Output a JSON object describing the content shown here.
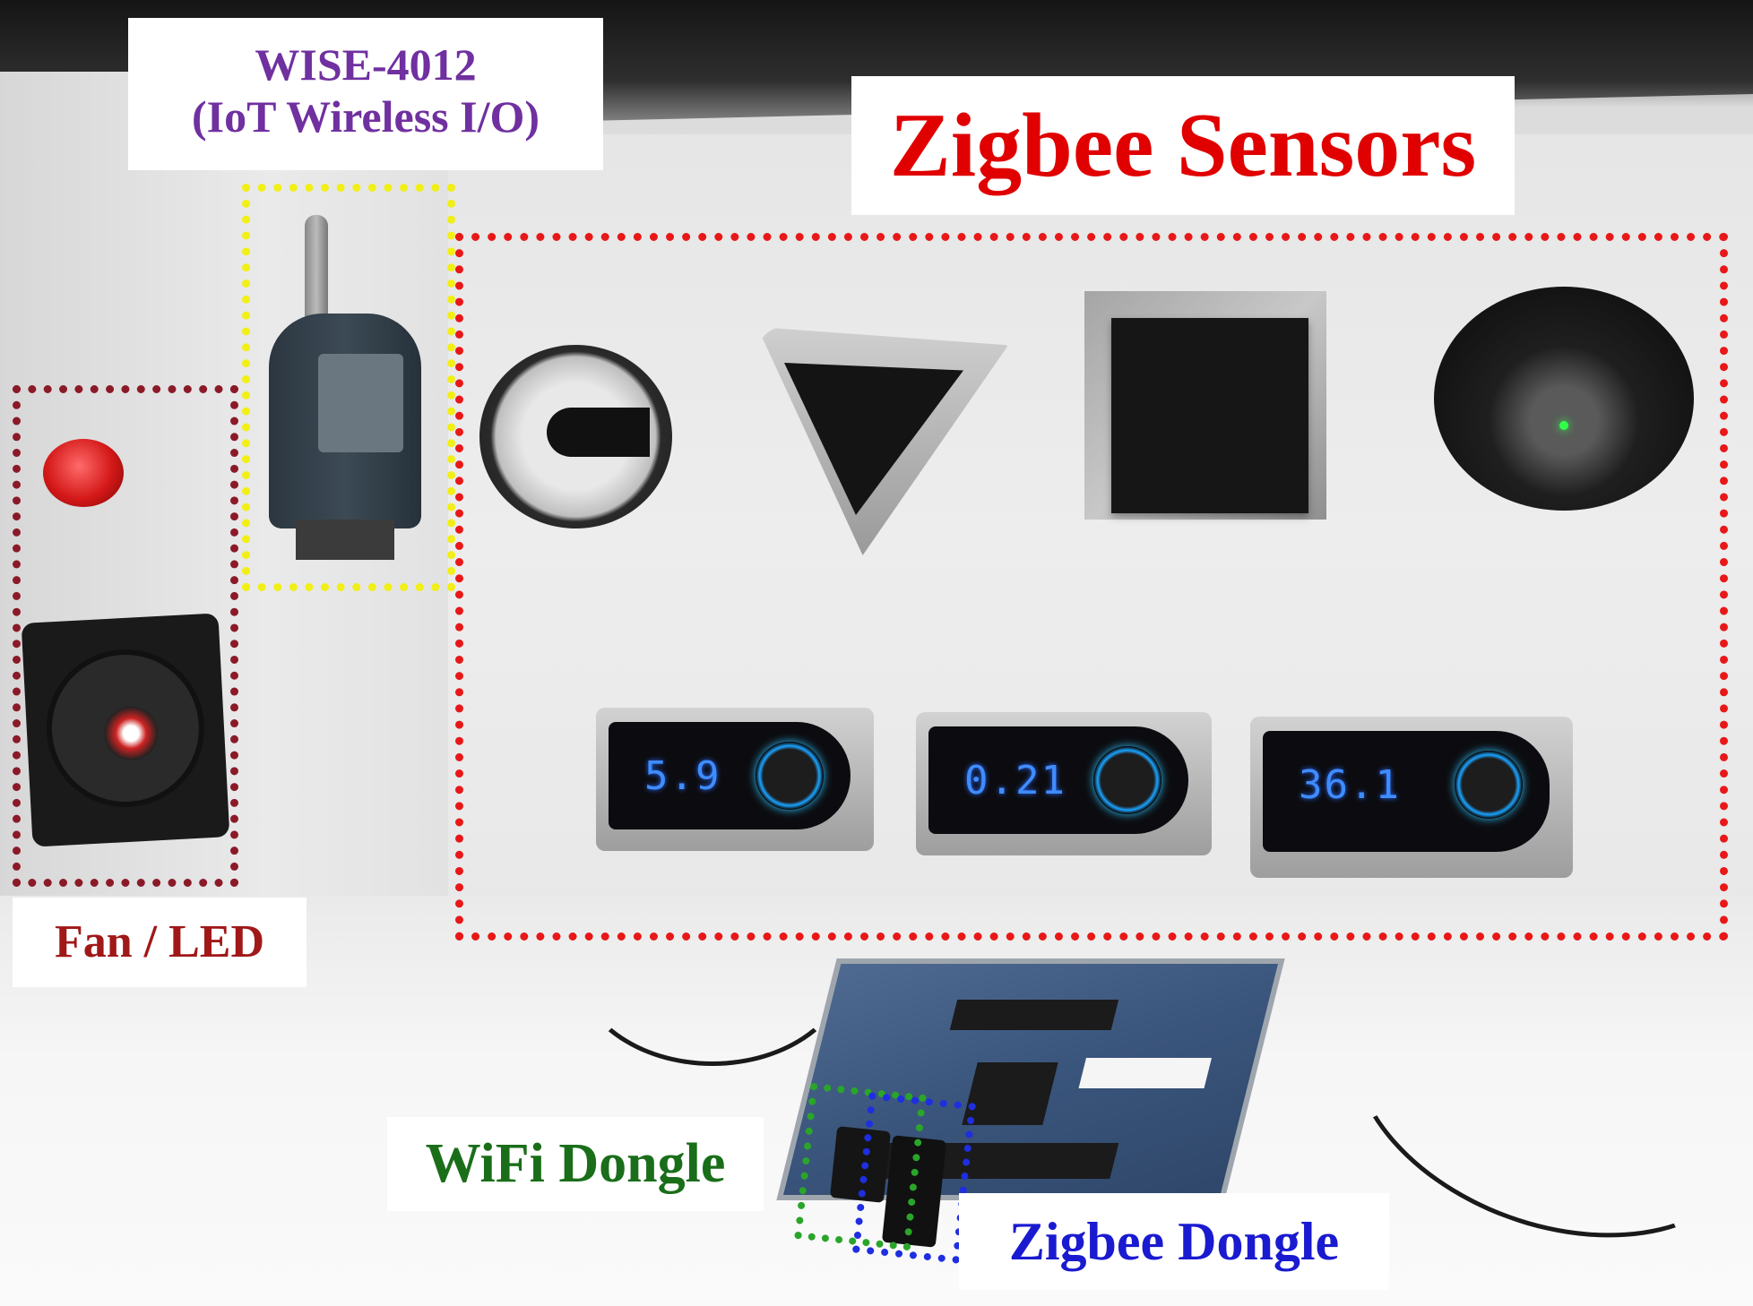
{
  "labels": {
    "wise_line1": "WISE-4012",
    "wise_line2": "(IoT Wireless I/O)",
    "zigbee_sensors": "Zigbee Sensors",
    "fan_led": "Fan / LED",
    "wifi_dongle": "WiFi Dongle",
    "zigbee_dongle_part1": "Zigbee",
    "zigbee_dongle_part2": "Dongle"
  },
  "colors": {
    "wise_label": "#7030a0",
    "zigbee_sensors_label": "#e00000",
    "fan_led_label": "#a01818",
    "wifi_label": "#1a6e1a",
    "zigbee_dongle_label": "#1a1ad0",
    "box_yellow": "#f2ef16",
    "box_red": "#e81818",
    "box_darkred": "#8b1a28",
    "box_green": "#2aa52a",
    "box_blue": "#1e2ee0"
  },
  "displays": {
    "panel1": "5.9",
    "panel2": "0.21",
    "panel3": "36.1"
  }
}
